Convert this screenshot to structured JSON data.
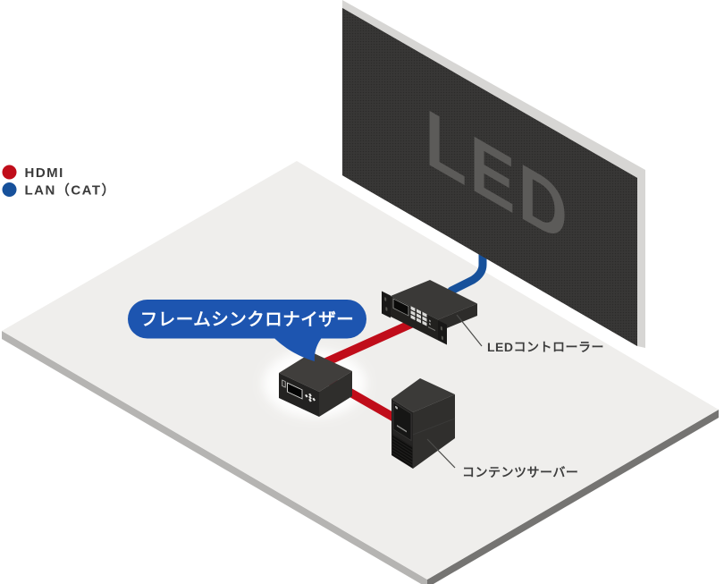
{
  "diagram_title": "LED display system wiring diagram",
  "legend": {
    "items": [
      {
        "id": "hdmi",
        "label": "HDMI",
        "color": "#c00d1a"
      },
      {
        "id": "lan",
        "label": "LAN（CAT）",
        "color": "#17519b"
      }
    ]
  },
  "callout": {
    "label": "フレームシンクロナイザー",
    "bg": "#1d55b0",
    "text_color": "#ffffff"
  },
  "devices": {
    "led_screen": {
      "text": "LED"
    },
    "led_controller": {
      "label": "LEDコントローラー"
    },
    "content_server": {
      "label": "コンテンツサーバー"
    },
    "frame_synchronizer": {
      "label": "フレームシンクロナイザー"
    }
  },
  "connections": [
    {
      "type": "LAN (CAT)",
      "from": "led_controller",
      "to": "led_screen",
      "color": "#17519b"
    },
    {
      "type": "HDMI",
      "from": "frame_synchronizer",
      "to": "led_controller",
      "color": "#c00d1a"
    },
    {
      "type": "HDMI",
      "from": "frame_synchronizer",
      "to": "content_server",
      "color": "#c00d1a"
    }
  ],
  "colors": {
    "floor": "#efeeec",
    "floor_edge_light": "#b5b4b2",
    "floor_edge_dark": "#757472",
    "panel_face": "#373635",
    "panel_edge": "#d7d6d4",
    "panel_text": "#5c5b59",
    "label_text": "#3d3d3d"
  }
}
